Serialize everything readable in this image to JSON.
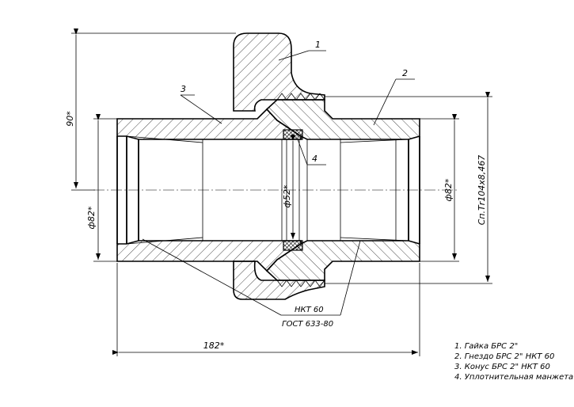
{
  "callouts": {
    "p1": "1",
    "p2": "2",
    "p3": "3",
    "p4": "4"
  },
  "dimensions": {
    "height_90": "90*",
    "length_182": "182*",
    "dia_left": "ф82*",
    "dia_inner": "ф52*",
    "dia_right": "ф82*",
    "thread": "Сп.Тr104х8,467"
  },
  "thread_note": {
    "line1": "НКТ 60",
    "line2": "ГОСТ 633-80"
  },
  "legend": [
    "1. Гайка БРС 2\"",
    "2. Гнездо БРС 2\" НКТ 60",
    "3. Конус БРС 2\" НКТ 60",
    "4. Уплотнительная манжета"
  ]
}
